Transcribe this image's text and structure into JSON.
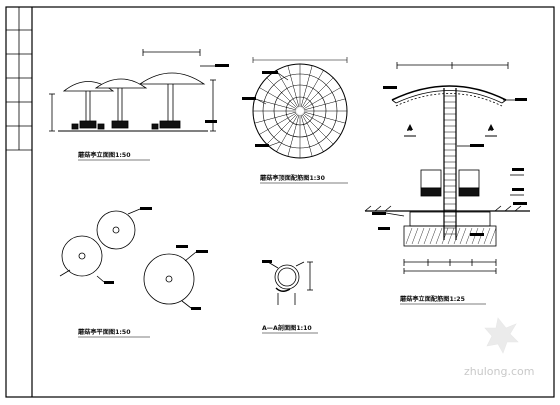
{
  "drawing": {
    "views": [
      {
        "id": "elevation",
        "title": "蘑菇亭立面图1:50"
      },
      {
        "id": "roof-plan",
        "title": "蘑菇亭顶面配筋图1:30"
      },
      {
        "id": "plan",
        "title": "蘑菇亭平面图1:50"
      },
      {
        "id": "section-aa",
        "title": "A—A剖面图1:10"
      },
      {
        "id": "section-detail",
        "title": "蘑菇亭立面配筋图1:25"
      }
    ],
    "section_marks": [
      "A",
      "A"
    ],
    "watermark": "zhulong.com"
  }
}
